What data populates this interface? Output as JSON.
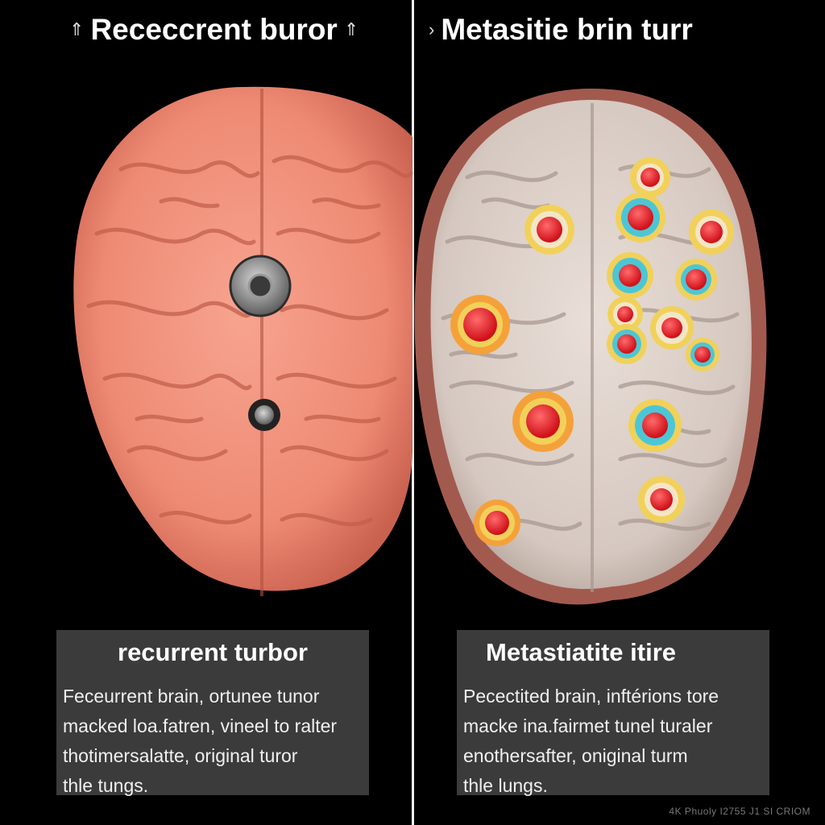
{
  "left_panel": {
    "title": "Receccrent buror",
    "title_icon": "up-arrow-icon",
    "card_heading": "recurrent turbor",
    "card_lines": [
      "Fecеurrent brain, ortunee tunor",
      "macked loa.fatren, vineel to ralter",
      "thotimersalatte, original turor",
      "thle tungs."
    ]
  },
  "right_panel": {
    "title": "Metasitie brin turr",
    "title_icon": "small-arrow-icon",
    "card_heading": "Metastiatite itire",
    "card_lines": [
      "Pecectited brain, inftérions tore",
      "macke ina.fairmet tunel turaler",
      "enothersafter, oniginal turm",
      "thle lungs."
    ]
  },
  "watermark": "4K Phuoly I2755 J1 SI CRIOM",
  "colors": {
    "background": "#000000",
    "divider": "#f2f2f2",
    "left_brain": "#f08d78",
    "right_brain": "#d9cdc6",
    "tumor_red": "#e8232b",
    "tumor_ring_yellow": "#f1d15a",
    "tumor_ring_cyan": "#4cc6d6",
    "card_bg": "#3b3b3b"
  }
}
